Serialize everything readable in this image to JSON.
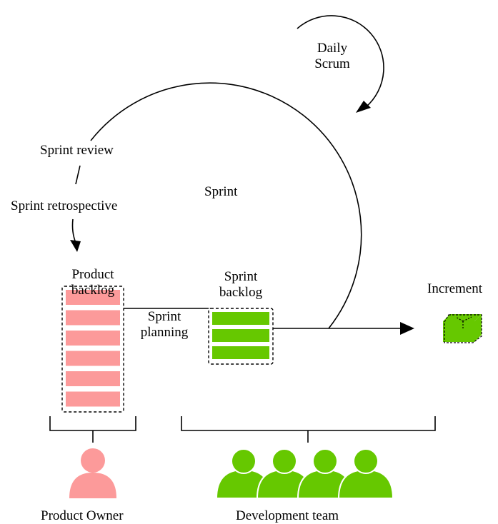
{
  "labels": {
    "daily_scrum_line1": "Daily",
    "daily_scrum_line2": "Scrum",
    "sprint_review": "Sprint review",
    "review_separator": "/",
    "sprint_retrospective": "Sprint retrospective",
    "sprint": "Sprint",
    "product_backlog_line1": "Product",
    "product_backlog_line2": "backlog",
    "sprint_planning_line1": "Sprint",
    "sprint_planning_line2": "planning",
    "sprint_backlog_line1": "Sprint",
    "sprint_backlog_line2": "backlog",
    "increment": "Increment",
    "product_owner": "Product Owner",
    "development_team": "Development team"
  },
  "colors": {
    "product_backlog": "#fc9a9a",
    "sprint_backlog": "#66c800",
    "increment": "#66c800",
    "product_owner": "#fc9a9a",
    "development_team": "#66c800",
    "line": "#000000"
  },
  "product_backlog_items": 6,
  "sprint_backlog_items": 3,
  "development_team_size": 4,
  "icons": {
    "increment": "cube-icon",
    "product_owner": "person-icon",
    "development_team": "group-icon"
  }
}
